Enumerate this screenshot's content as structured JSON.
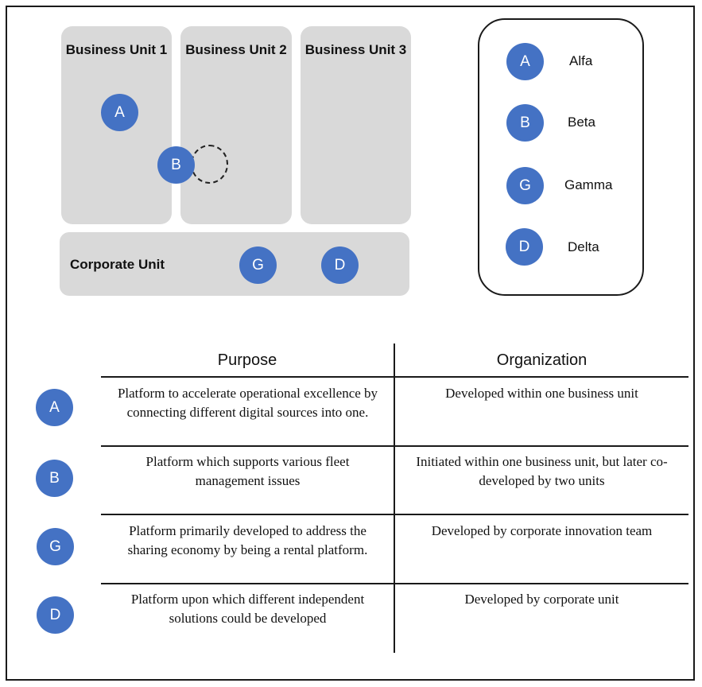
{
  "diagram": {
    "business_units": [
      {
        "title": "Business Unit 1"
      },
      {
        "title": "Business Unit 2"
      },
      {
        "title": "Business Unit 3"
      }
    ],
    "corporate_unit": {
      "title": "Corporate Unit"
    },
    "platform_markers": {
      "a": "A",
      "b": "B",
      "g": "G",
      "d": "D"
    },
    "colors": {
      "marker_fill": "#4472c4",
      "unit_fill": "#d9d9d9"
    }
  },
  "legend": {
    "items": [
      {
        "letter": "A",
        "name": "Alfa"
      },
      {
        "letter": "B",
        "name": "Beta"
      },
      {
        "letter": "G",
        "name": "Gamma"
      },
      {
        "letter": "D",
        "name": "Delta"
      }
    ]
  },
  "table": {
    "headers": {
      "purpose": "Purpose",
      "organization": "Organization"
    },
    "rows": [
      {
        "letter": "A",
        "purpose": "Platform to accelerate operational excellence by connecting different digital sources into one.",
        "organization": "Developed within one business unit"
      },
      {
        "letter": "B",
        "purpose": "Platform which supports various fleet management issues",
        "organization": "Initiated within one business unit, but later co-developed by two units"
      },
      {
        "letter": "G",
        "purpose": "Platform primarily developed to address the sharing economy by being a rental platform.",
        "organization": "Developed by corporate innovation team"
      },
      {
        "letter": "D",
        "purpose": "Platform upon which different independent solutions could be developed",
        "organization": "Developed by corporate unit"
      }
    ]
  }
}
